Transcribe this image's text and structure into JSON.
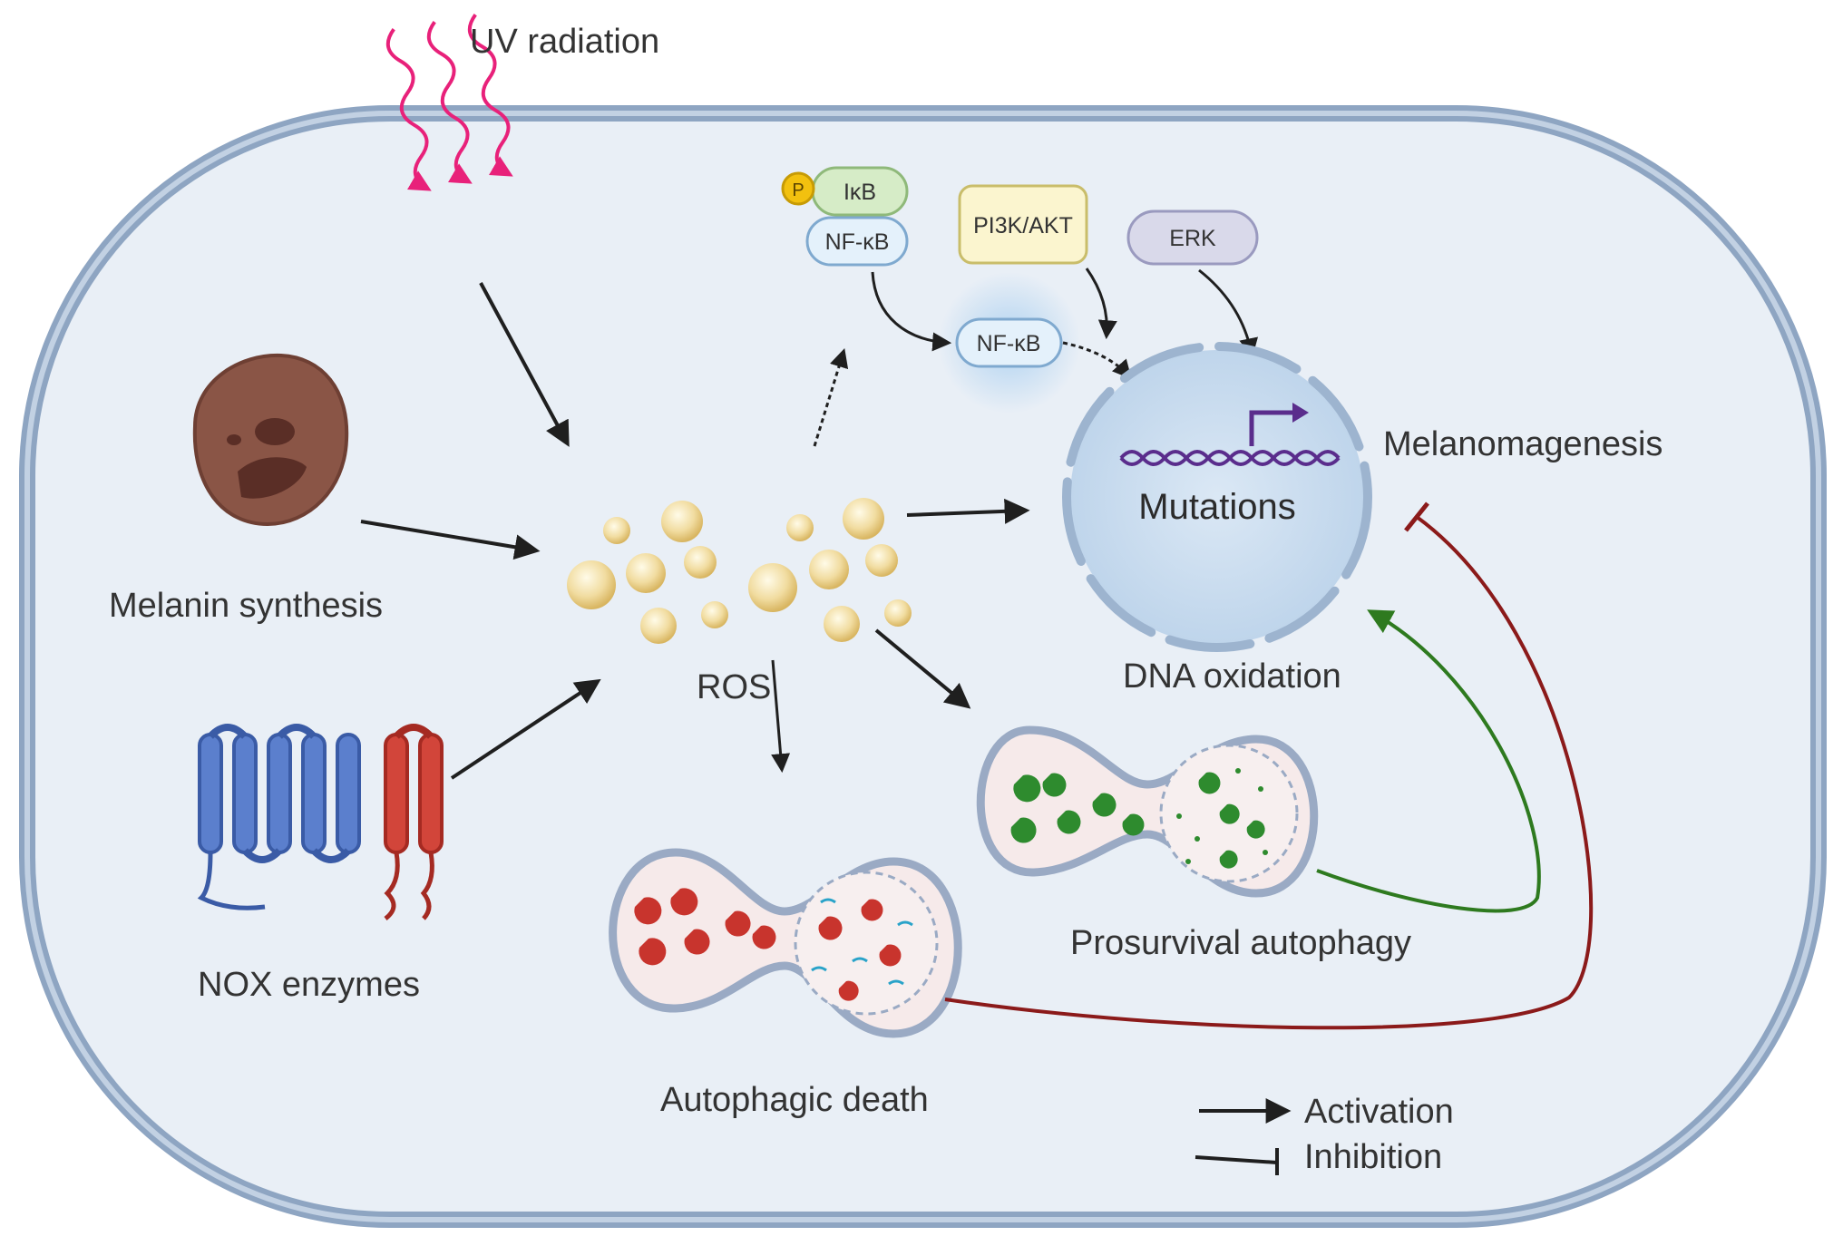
{
  "labels": {
    "uv": "UV radiation",
    "melanin": "Melanin synthesis",
    "nox": "NOX enzymes",
    "ros": "ROS",
    "ikb": "IκB",
    "p": "P",
    "nfkb_bound": "NF-κB",
    "nfkb_free": "NF-κB",
    "pi3k": "PI3K/AKT",
    "erk": "ERK",
    "mutations": "Mutations",
    "dna_oxidation": "DNA oxidation",
    "melanomagenesis": "Melanomagenesis",
    "prosurvival": "Prosurvival autophagy",
    "autophagic_death": "Autophagic death"
  },
  "legend": {
    "activation": "Activation",
    "inhibition": "Inhibition"
  },
  "colors": {
    "cell_fill": "#e9eff6",
    "membrane": "#8ea5c2",
    "uv_wave": "#e8217a",
    "arrow": "#1f1f1f",
    "inhibit": "#8b1a1a",
    "activate_green": "#2e7a1f",
    "ros": "#e6c679",
    "melanosome": "#8a5546",
    "nox_blue": "#4a6fbf",
    "nox_red": "#c8342d",
    "nucleus": "#c9dcee",
    "dna": "#5a2d8c",
    "ikb_fill": "#d6ecc7",
    "nfkb_fill": "#e4f1fb",
    "pi3k_fill": "#fbf5cf",
    "erk_fill": "#d9d9ea",
    "phospho": "#f2c10f",
    "death_cargo": "#c8342d",
    "survival_cargo": "#2e8b2e"
  },
  "icons": [
    "uv-wave-icon",
    "melanosome-icon",
    "nox-enzyme-icon",
    "ros-bubbles-icon",
    "nucleus-icon",
    "dna-helix-icon",
    "autophagosome-icon",
    "transcription-arrow-icon"
  ]
}
